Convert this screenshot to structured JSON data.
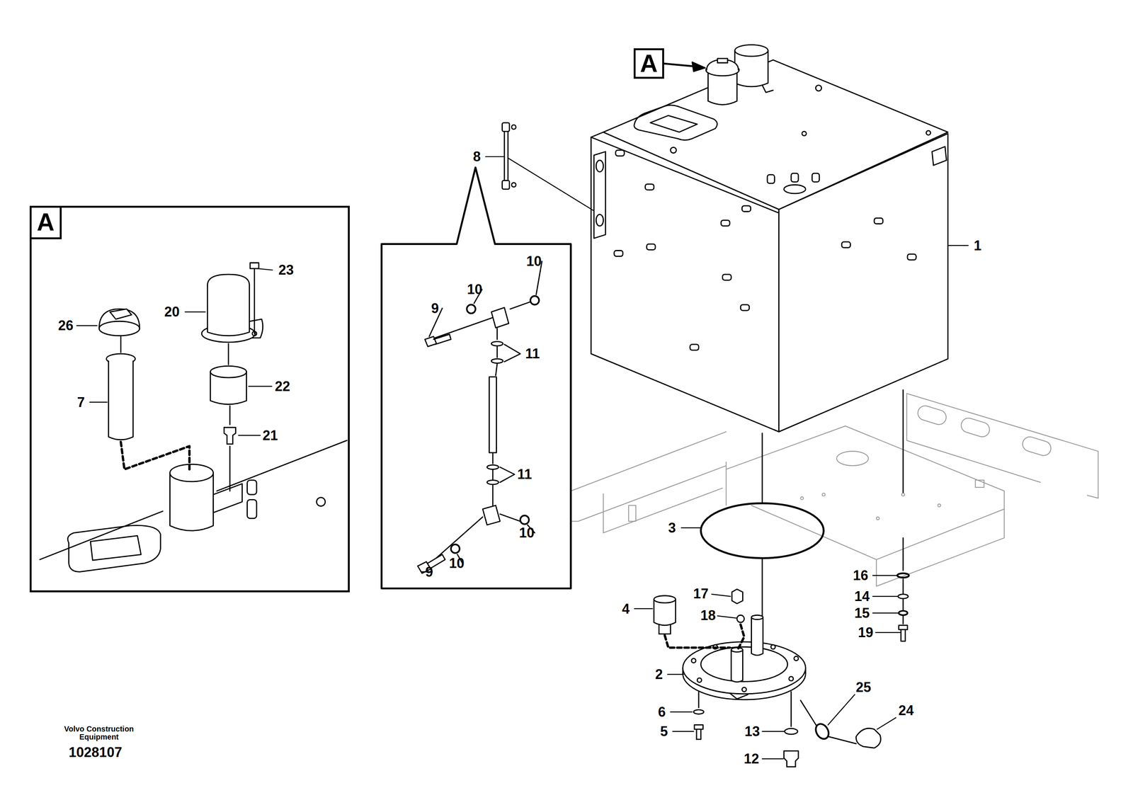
{
  "diagram": {
    "nodes": [
      {
        "text": [
          "A"
        ]
      },
      {
        "text": [
          "A"
        ]
      }
    ],
    "labels": [
      "1",
      "8",
      "3",
      "4",
      "17",
      "18",
      "2",
      "6",
      "5",
      "13",
      "12",
      "25",
      "24",
      "16",
      "14",
      "15",
      "19",
      "10",
      "10",
      "9",
      "11",
      "11",
      "10",
      "10",
      "9",
      "23",
      "20",
      "26",
      "22",
      "7",
      "21",
      "Volvo Construction Equipment",
      "1028107"
    ]
  }
}
